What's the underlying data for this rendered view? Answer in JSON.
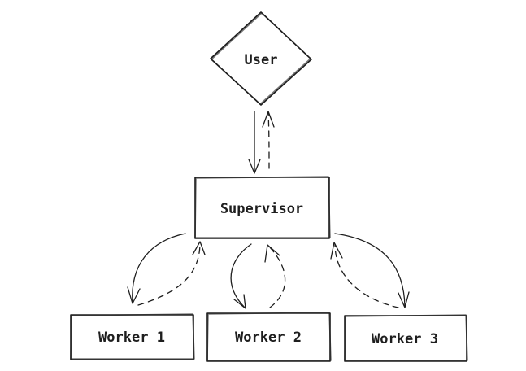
{
  "diagram": {
    "nodes": {
      "user": "User",
      "supervisor": "Supervisor",
      "worker1": "Worker 1",
      "worker2": "Worker 2",
      "worker3": "Worker 3"
    }
  },
  "colors": {
    "stroke": "#1e1e1e",
    "background": "#ffffff"
  }
}
